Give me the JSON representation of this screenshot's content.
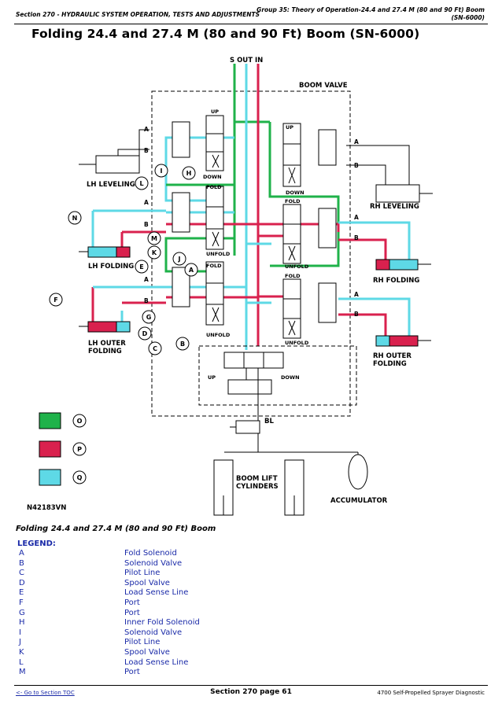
{
  "header": {
    "section": "Section 270 - HYDRAULIC SYSTEM OPERATION, TESTS AND ADJUSTMENTS",
    "group_line1": "Group 35: Theory of Operation-24.4 and 27.4 M (80 and 90 Ft) Boom",
    "group_line2": "(SN-6000)"
  },
  "title": "Folding 24.4 and 27.4 M (80 and 90 Ft) Boom (SN-6000)",
  "diagram": {
    "top_ports": "S OUT IN",
    "boom_valve": "BOOM VALVE",
    "lh_leveling": "LH LEVELING",
    "rh_leveling": "RH LEVELING",
    "lh_folding": "LH FOLDING",
    "rh_folding": "RH FOLDING",
    "lh_outer_1": "LH OUTER",
    "lh_outer_2": "FOLDING",
    "rh_outer_1": "RH OUTER",
    "rh_outer_2": "FOLDING",
    "boom_lift_1": "BOOM LIFT",
    "boom_lift_2": "CYLINDERS",
    "accumulator": "ACCUMULATOR",
    "figure_id": "N42183VN",
    "bl": "BL",
    "up": "UP",
    "down": "DOWN",
    "fold": "FOLD",
    "unfold": "UNFOLD",
    "port_a": "A",
    "port_b": "B",
    "callouts": [
      "N",
      "M",
      "K",
      "L",
      "I",
      "H",
      "J",
      "A",
      "E",
      "F",
      "G",
      "D",
      "C",
      "B"
    ],
    "key": [
      {
        "color": "#1fb24a",
        "label": "O"
      },
      {
        "color": "#d9214e",
        "label": "P"
      },
      {
        "color": "#5ed9e6",
        "label": "Q"
      }
    ]
  },
  "caption": "Folding 24.4 and 27.4 M (80 and 90 Ft) Boom",
  "legend_title": "LEGEND:",
  "legend": [
    {
      "key": "A",
      "value": "Fold Solenoid"
    },
    {
      "key": "B",
      "value": "Solenoid Valve"
    },
    {
      "key": "C",
      "value": "Pilot Line"
    },
    {
      "key": "D",
      "value": "Spool Valve"
    },
    {
      "key": "E",
      "value": "Load Sense Line"
    },
    {
      "key": "F",
      "value": "Port"
    },
    {
      "key": "G",
      "value": "Port"
    },
    {
      "key": "H",
      "value": "Inner Fold Solenoid"
    },
    {
      "key": "I",
      "value": "Solenoid Valve"
    },
    {
      "key": "J",
      "value": "Pilot Line"
    },
    {
      "key": "K",
      "value": "Spool Valve"
    },
    {
      "key": "L",
      "value": "Load Sense Line"
    },
    {
      "key": "M",
      "value": "Port"
    }
  ],
  "footer": {
    "toc_link": "<- Go to Section TOC",
    "page": "Section 270 page 61",
    "product": "4700 Self-Propelled Sprayer Diagnostic"
  }
}
